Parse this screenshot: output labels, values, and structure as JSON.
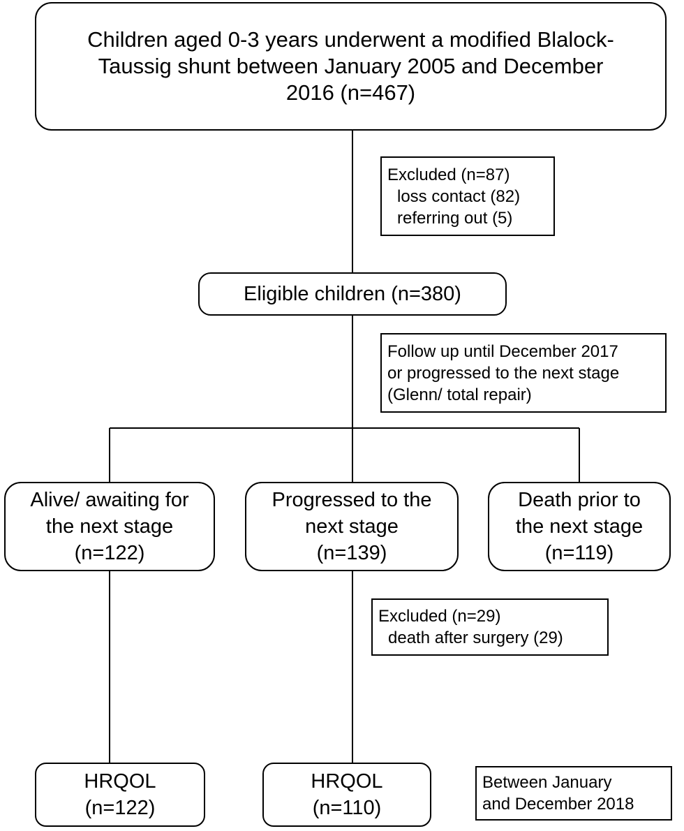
{
  "diagram": {
    "top_box": {
      "lines": [
        "Children aged 0-3 years underwent a modified Blalock-",
        "Taussig shunt between January 2005 and December",
        "2016  (n=467)"
      ]
    },
    "excluded_1": {
      "title": "Excluded  (n=87)",
      "reasons": [
        "loss contact (82)",
        "referring out (5)"
      ]
    },
    "eligible": {
      "label": "Eligible  children (n=380)"
    },
    "followup": {
      "lines": [
        "Follow up until December 2017",
        "or progressed to the next stage",
        "(Glenn/ total repair)"
      ]
    },
    "branches": [
      {
        "lines": [
          "Alive/ awaiting for",
          "the next stage",
          "(n=122)"
        ]
      },
      {
        "lines": [
          "Progressed to the",
          "next stage",
          "(n=139)"
        ]
      },
      {
        "lines": [
          "Death prior to",
          "the next stage",
          "(n=119)"
        ]
      }
    ],
    "excluded_2": {
      "title": "Excluded  (n=29)",
      "reasons": [
        "death after surgery (29)"
      ]
    },
    "outcomes": [
      {
        "lines": [
          "HRQOL",
          "(n=122)"
        ]
      },
      {
        "lines": [
          "HRQOL",
          "(n=110)"
        ]
      }
    ],
    "period_note": {
      "lines": [
        "Between January",
        "and December 2018"
      ]
    }
  }
}
